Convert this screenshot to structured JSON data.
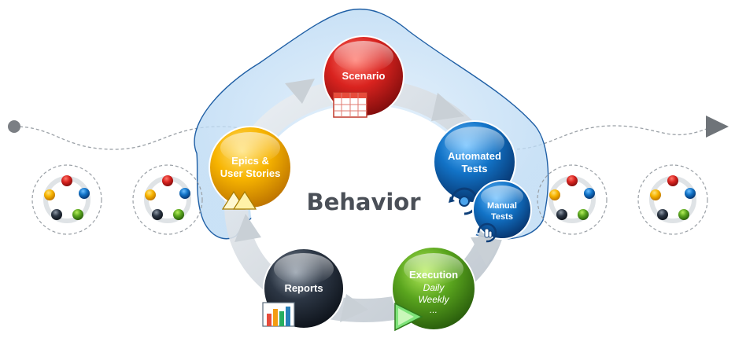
{
  "center": {
    "title": "Behavior"
  },
  "nodes": {
    "scenario": {
      "label": "Scenario",
      "color": "#c8161d"
    },
    "epics": {
      "line1": "Epics &",
      "line2": "User Stories",
      "color": "#f5a800"
    },
    "automated": {
      "line1": "Automated",
      "line2": "Tests",
      "color": "#0f63b4"
    },
    "manual": {
      "line1": "Manual",
      "line2": "Tests",
      "color": "#0f63b4"
    },
    "execution": {
      "title": "Execution",
      "daily": "Daily",
      "weekly": "Weekly",
      "more": "...",
      "color": "#4e9a1a"
    },
    "reports": {
      "label": "Reports",
      "color": "#1b2430"
    }
  },
  "icons": {
    "scenario": "table-icon",
    "epics": "triangles-icon",
    "automated": "gear-icon",
    "manual": "hand-pointer-icon",
    "execution": "play-icon",
    "reports": "bar-chart-icon"
  },
  "timeline": {
    "start": "dot",
    "end": "arrow-right",
    "mini_cycles": 4
  }
}
